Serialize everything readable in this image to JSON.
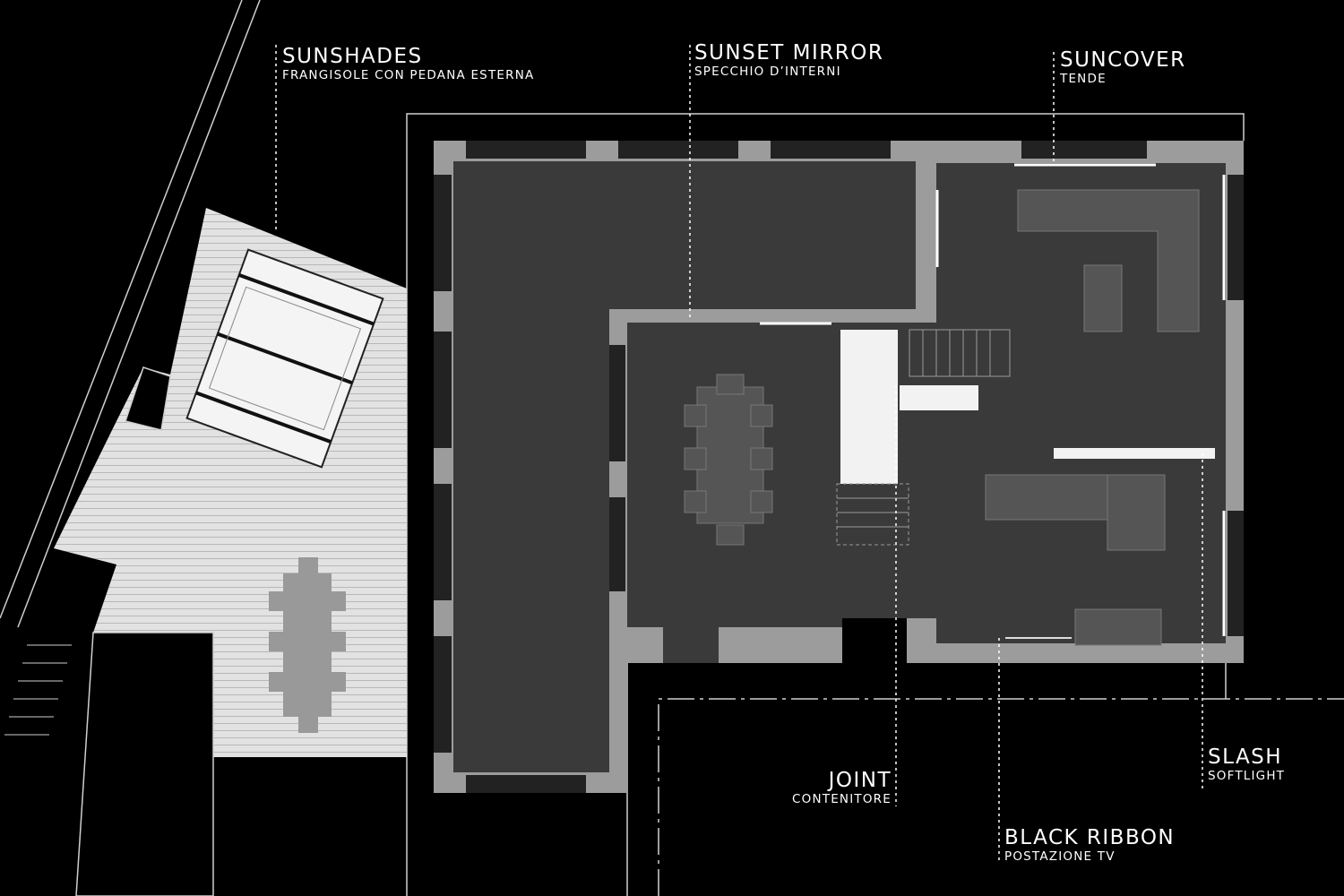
{
  "labels": [
    {
      "title": "SUNSHADES",
      "subtitle": "FRANGISOLE CON PEDANA ESTERNA"
    },
    {
      "title": "SUNSET MIRROR",
      "subtitle": "SPECCHIO D’INTERNI"
    },
    {
      "title": "SUNCOVER",
      "subtitle": "TENDE"
    },
    {
      "title": "SLASH",
      "subtitle": "SOFTLIGHT"
    },
    {
      "title": "JOINT",
      "subtitle": "CONTENITORE"
    },
    {
      "title": "BLACK RIBBON",
      "subtitle": "POSTAZIONE TV"
    }
  ],
  "colors": {
    "background": "#000000",
    "wall": "#9c9c9c",
    "interior": "#3a3a3a",
    "terrace": "#e2e2e2",
    "furniture": "#555555"
  }
}
